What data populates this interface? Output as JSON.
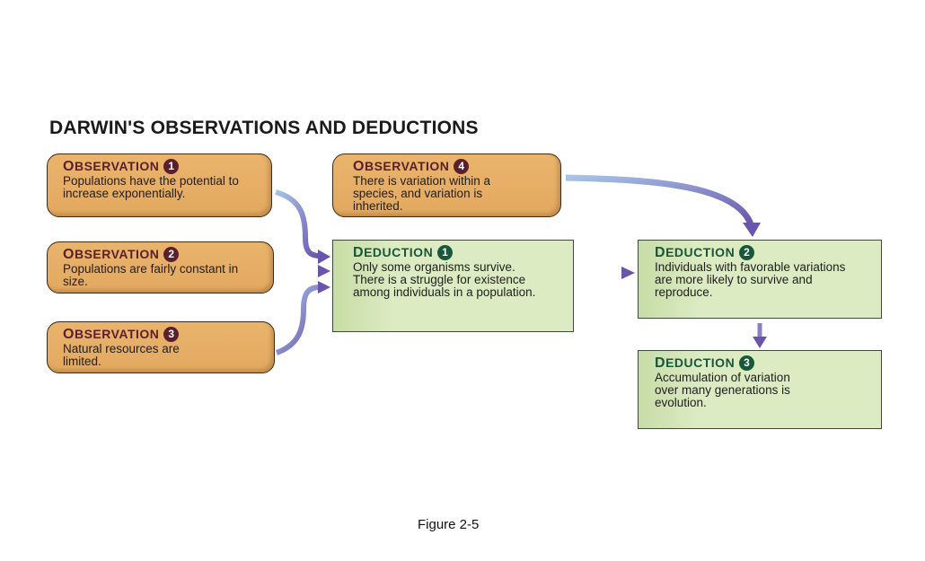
{
  "title": "DARWIN'S OBSERVATIONS AND DEDUCTIONS",
  "observations": [
    {
      "label": "Observation",
      "num": "1",
      "text": "Populations have the potential to increase exponentially."
    },
    {
      "label": "Observation",
      "num": "2",
      "text": "Populations are fairly constant in size."
    },
    {
      "label": "Observation",
      "num": "3",
      "text": "Natural resources are limited."
    },
    {
      "label": "Observation",
      "num": "4",
      "text": "There is variation within a species, and variation is inherited."
    }
  ],
  "deductions": [
    {
      "label": "Deduction",
      "num": "1",
      "text": "Only some organisms survive. There is a struggle for existence among individuals in a population."
    },
    {
      "label": "Deduction",
      "num": "2",
      "text": "Individuals with favorable variations are more likely to survive and reproduce."
    },
    {
      "label": "Deduction",
      "num": "3",
      "text": "Accumulation of variation over many generations is evolution."
    }
  ],
  "caption": "Figure 2-5",
  "colors": {
    "observation": "#e6b06a",
    "deduction": "#dcebc2",
    "arrow": "#7565b8"
  }
}
